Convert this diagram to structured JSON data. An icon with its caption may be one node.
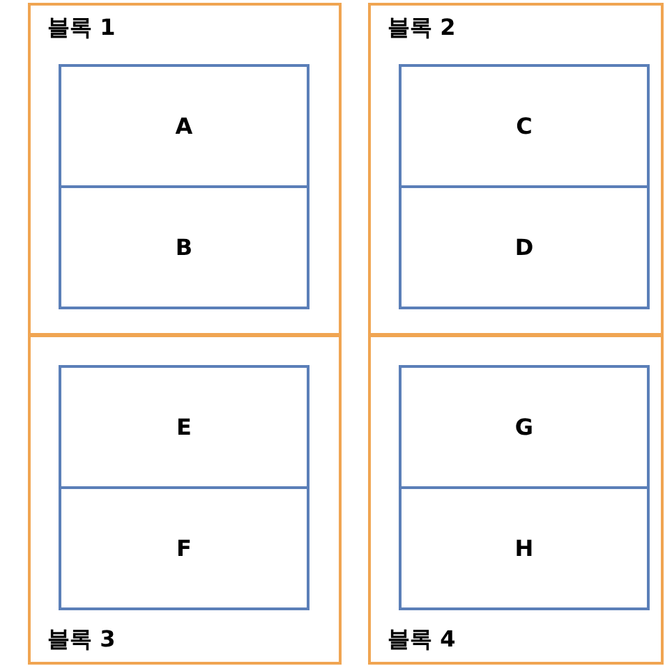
{
  "diagram": {
    "nodes": [
      {
        "text": [
          "블록 1"
        ]
      },
      {
        "text": [
          "A"
        ],
        "in": 0
      },
      {
        "text": [
          "B"
        ],
        "in": 0
      },
      {
        "text": [
          "블록 2"
        ]
      },
      {
        "text": [
          "C"
        ],
        "in": 3
      },
      {
        "text": [
          "D"
        ],
        "in": 3
      },
      {
        "text": [
          "블록 3"
        ]
      },
      {
        "text": [
          "E"
        ],
        "in": 6
      },
      {
        "text": [
          "F"
        ],
        "in": 6
      },
      {
        "text": [
          "블록 4"
        ]
      },
      {
        "text": [
          "G"
        ],
        "in": 9
      },
      {
        "text": [
          "H"
        ],
        "in": 9
      }
    ]
  }
}
